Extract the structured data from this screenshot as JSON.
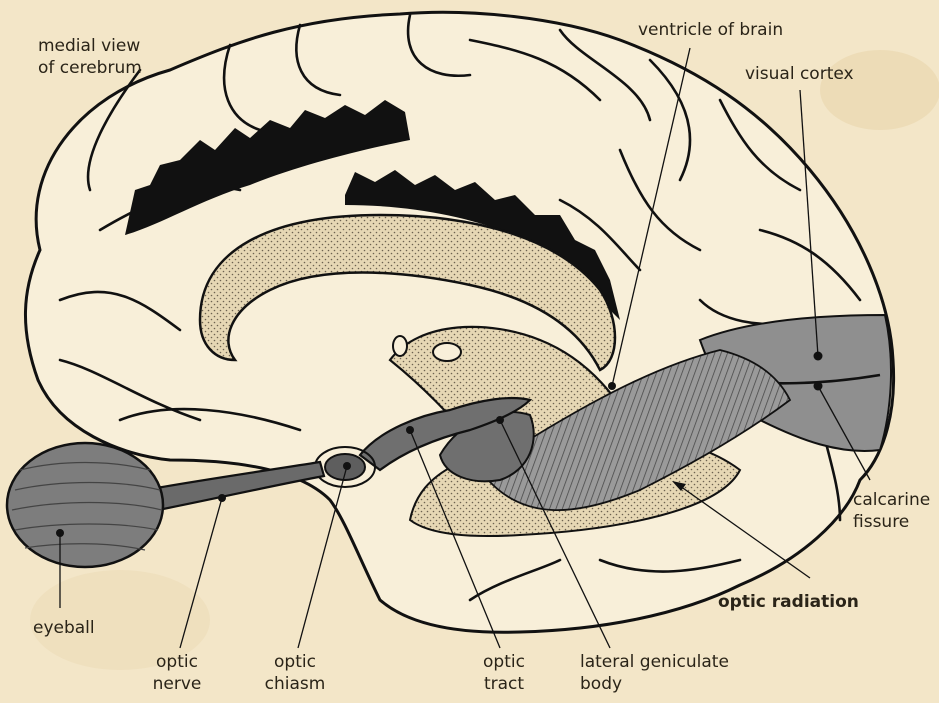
{
  "labels": {
    "medial_view_line1": "medial view",
    "medial_view_line2": "of cerebrum",
    "ventricle": "ventricle of brain",
    "visual_cortex": "visual cortex",
    "calcarine_line1": "calcarine",
    "calcarine_line2": "fissure",
    "optic_radiation": "optic radiation",
    "eyeball": "eyeball",
    "optic_nerve_line1": "optic",
    "optic_nerve_line2": "nerve",
    "optic_chiasm_line1": "optic",
    "optic_chiasm_line2": "chiasm",
    "optic_tract_line1": "optic",
    "optic_tract_line2": "tract",
    "lgb_line1": "lateral geniculate",
    "lgb_line2": "body"
  },
  "colors": {
    "paper": "#f3e6c8",
    "paper_spot": "#e9d6ac",
    "ink": "#111111",
    "brain_fill": "#f8efd9",
    "stipple_fill": "#e6d7b4",
    "shade_gray": "#8f8f8f",
    "eyeball_gray": "#7d7d7d",
    "label_text": "#2a2418"
  }
}
